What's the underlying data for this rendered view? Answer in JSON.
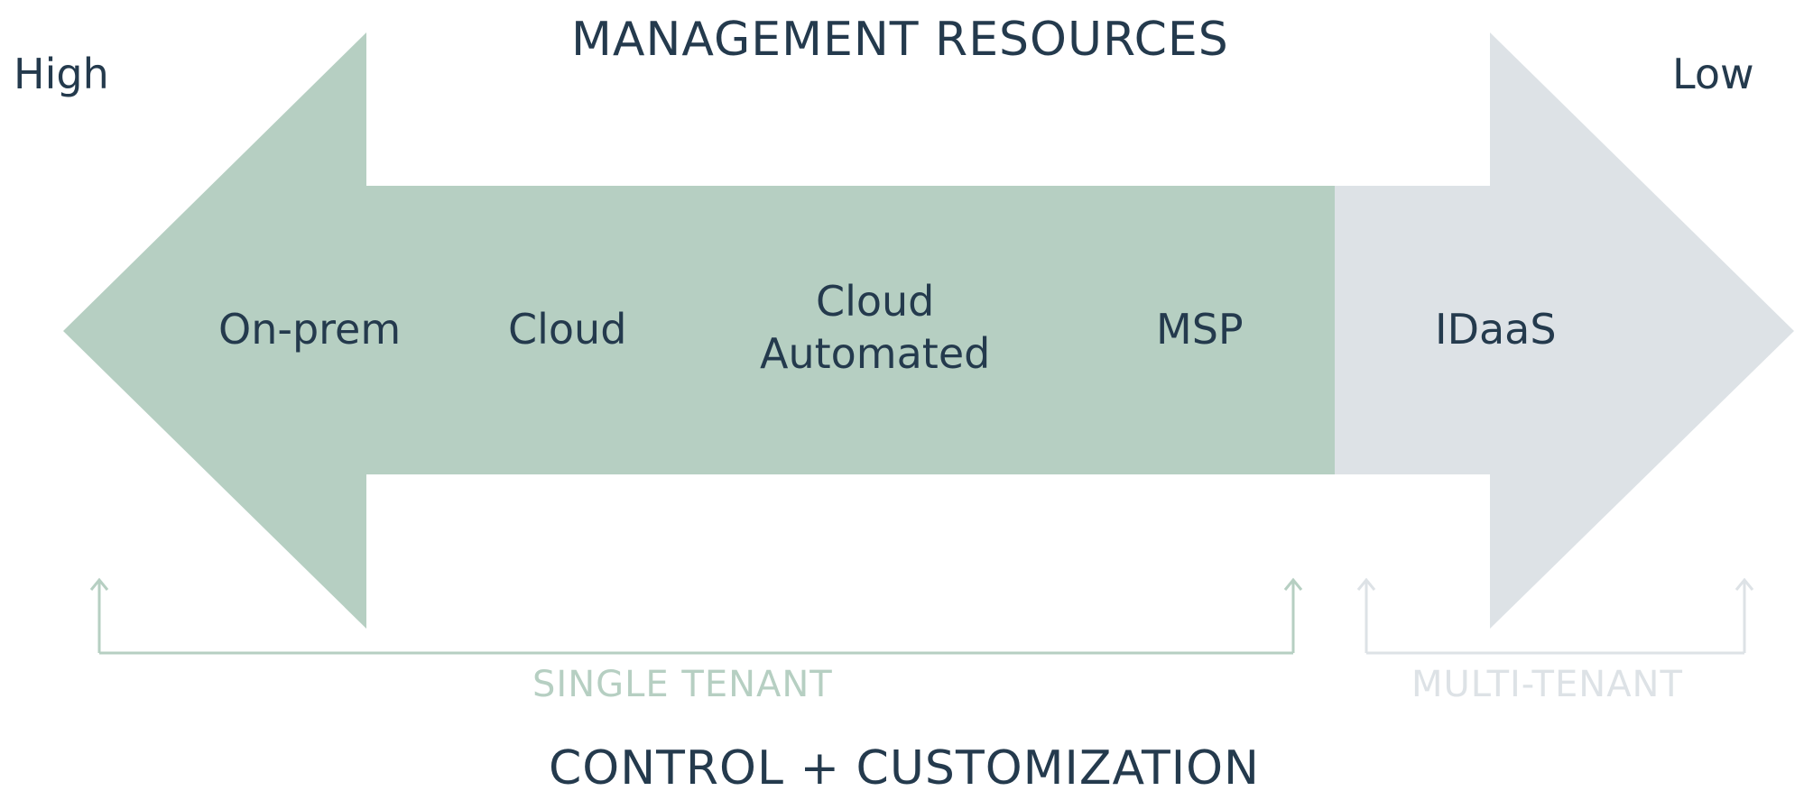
{
  "title_top": "MANAGEMENT RESOURCES",
  "title_bottom": "CONTROL + CUSTOMIZATION",
  "corners": {
    "left": "High",
    "right": "Low"
  },
  "stages": [
    {
      "text": "On-prem"
    },
    {
      "text": "Cloud"
    },
    {
      "text": "Cloud\nAutomated"
    },
    {
      "text": "MSP"
    },
    {
      "text": "IDaaS"
    }
  ],
  "groups": {
    "single": "SINGLE TENANT",
    "multi": "MULTI-TENANT"
  },
  "colors": {
    "green": "#b6cfc2",
    "gray": "#dde2e6",
    "text": "#243a4d",
    "single_text": "#b6cfc2",
    "multi_text": "#dde2e6"
  }
}
